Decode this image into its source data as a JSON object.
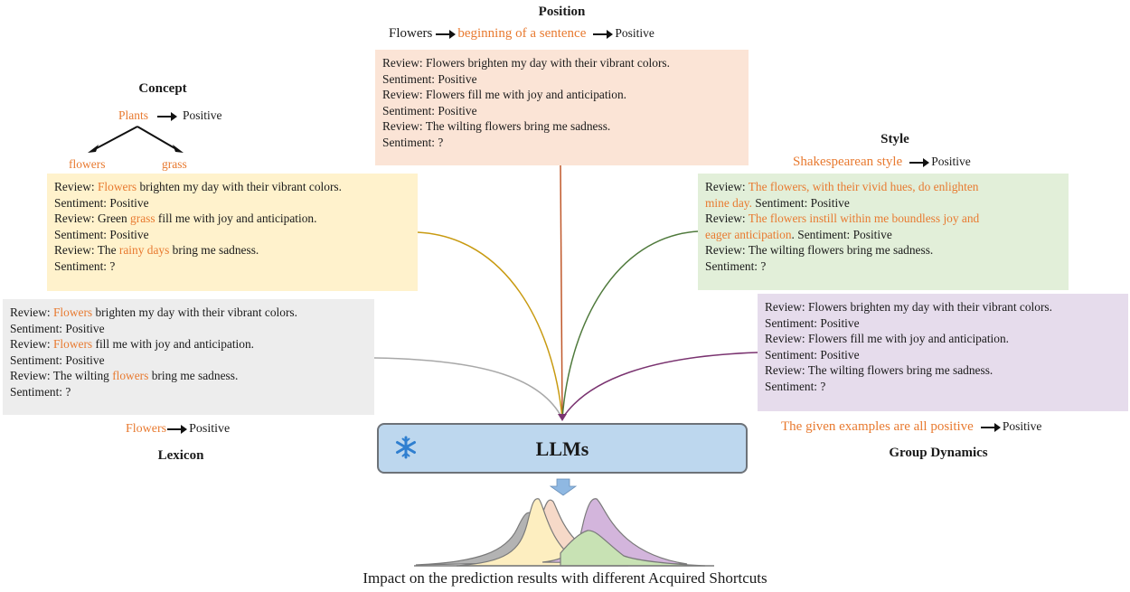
{
  "position": {
    "title": "Position",
    "rule": {
      "source": "Flowers",
      "shortcut": "beginning of a sentence",
      "target": "Positive"
    },
    "lines": [
      {
        "prefix": "Review: ",
        "text": "Flowers brighten my day with their vibrant colors."
      },
      {
        "prefix": "Sentiment:  ",
        "text": "Positive"
      },
      {
        "prefix": "Review: ",
        "text": "Flowers fill me with joy and anticipation."
      },
      {
        "prefix": "Sentiment:  ",
        "text": "Positive"
      },
      {
        "prefix": "Review: ",
        "text": "The wilting flowers bring me sadness."
      },
      {
        "prefix": "Sentiment:  ",
        "text": "?"
      }
    ]
  },
  "concept": {
    "title": "Concept",
    "root": "Plants",
    "target": "Positive",
    "children": [
      "flowers",
      "grass"
    ],
    "lines": {
      "l1": {
        "a": "Review: ",
        "hl": "Flowers",
        "b": " brighten my day with their vibrant colors."
      },
      "l2": "Sentiment:  Positive",
      "l3": {
        "a": "Review: Green ",
        "hl": "grass",
        "b": " fill me with joy and anticipation."
      },
      "l4": "Sentiment:  Positive",
      "l5": {
        "a": "Review: The ",
        "hl": "rainy days",
        "b": " bring me sadness."
      },
      "l6": "Sentiment:  ?"
    }
  },
  "lexicon": {
    "title": "Lexicon",
    "rule": {
      "source": "Flowers",
      "target": "Positive"
    },
    "lines": {
      "l1": {
        "a": "Review: ",
        "hl": "Flowers",
        "b": " brighten my day with their vibrant colors."
      },
      "l2": "Sentiment:  Positive",
      "l3": {
        "a": "Review: ",
        "hl": "Flowers",
        "b": " fill me with joy and anticipation."
      },
      "l4": "Sentiment:  Positive",
      "l5": {
        "a": "Review: The wilting ",
        "hl": "flowers",
        "b": " bring me sadness."
      },
      "l6": "Sentiment:  ?"
    }
  },
  "style": {
    "title": "Style",
    "rule": {
      "source": "Shakespearean style",
      "target": "Positive"
    },
    "lines": {
      "l1": {
        "a": "Review: ",
        "hl": "The flowers, with their vivid hues, do enlighten"
      },
      "l2": {
        "hl": "mine day.",
        "b": " Sentiment:  Positive"
      },
      "l3": {
        "a": "Review: ",
        "hl": "The flowers instill within me boundless joy and"
      },
      "l4": {
        "hl": "eager anticipation",
        "b": ".  Sentiment:  Positive"
      },
      "l5": "Review: The wilting flowers bring me sadness.",
      "l6": "Sentiment:  ?"
    }
  },
  "group": {
    "title": "Group Dynamics",
    "rule": {
      "source": "The given examples are all positive",
      "target": "Positive"
    },
    "lines": [
      "Review: Flowers brighten my day with their vibrant colors.",
      "Sentiment:  Positive",
      "Review: Flowers fill me with joy and anticipation.",
      "Sentiment:  Positive",
      "Review: The wilting flowers bring me sadness.",
      "Sentiment:  ?"
    ]
  },
  "llm": {
    "label": "LLMs",
    "icon": "snowflake-icon"
  },
  "caption": "Impact on the prediction results with different Acquired Shortcuts",
  "colors": {
    "highlight": "#e87a30",
    "position": "#fbe4d6",
    "concept": "#fff2cc",
    "lexicon": "#ededed",
    "style": "#e2efd9",
    "group": "#e6dcec",
    "llm": "#bdd7ee"
  }
}
